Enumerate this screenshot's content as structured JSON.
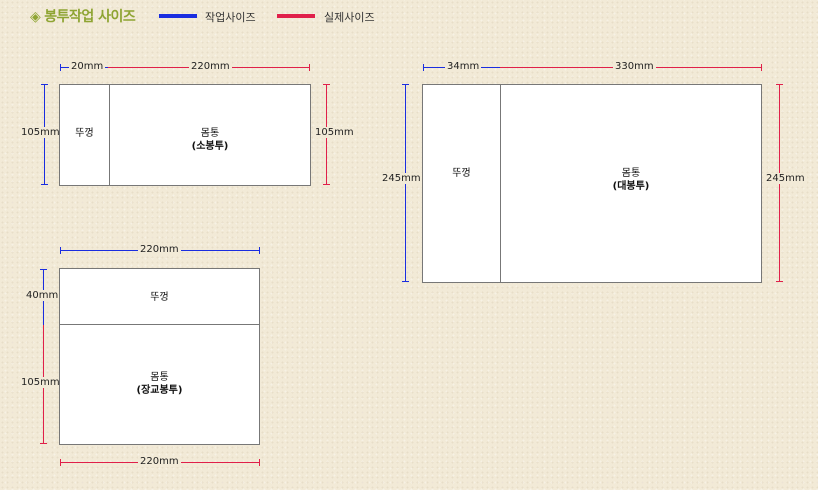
{
  "header": {
    "title": "봉투작업 사이즈",
    "bullet": "◈",
    "legend": [
      {
        "label": "작업사이즈",
        "color": "#1a2de0"
      },
      {
        "label": "실제사이즈",
        "color": "#e0204a"
      }
    ]
  },
  "small_envelope": {
    "flap_label": "뚜껑",
    "body_label": "몸통",
    "body_type": "(소봉투)",
    "flap_width": "20mm",
    "body_width": "220mm",
    "height_left": "105mm",
    "height_right": "105mm"
  },
  "large_envelope": {
    "flap_label": "뚜껑",
    "body_label": "몸통",
    "body_type": "(대봉투)",
    "flap_width": "34mm",
    "body_width": "330mm",
    "height_left": "245mm",
    "height_right": "245mm"
  },
  "long_envelope": {
    "flap_label": "뚜껑",
    "body_label": "몸통",
    "body_type": "(장교봉투)",
    "top_width": "220mm",
    "flap_height": "40mm",
    "body_height": "105mm",
    "bottom_width": "220mm"
  },
  "colors": {
    "work": "#1a2de0",
    "actual": "#e0204a",
    "title": "#8ea432"
  }
}
